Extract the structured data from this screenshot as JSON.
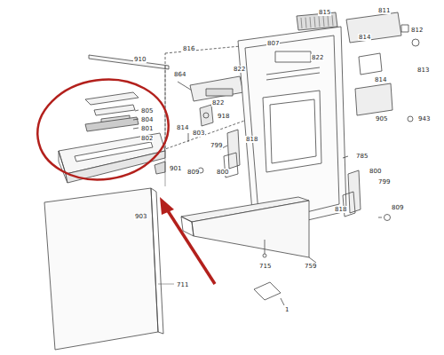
{
  "diagram": {
    "labels": [
      "815",
      "811",
      "812",
      "814",
      "816",
      "807",
      "910",
      "864",
      "822",
      "822",
      "813",
      "814",
      "805",
      "804",
      "801",
      "802",
      "822",
      "918",
      "814",
      "803",
      "905",
      "943",
      "799",
      "818",
      "901",
      "809",
      "800",
      "785",
      "800",
      "799",
      "818",
      "809",
      "903",
      "759",
      "715",
      "711",
      "1"
    ]
  }
}
